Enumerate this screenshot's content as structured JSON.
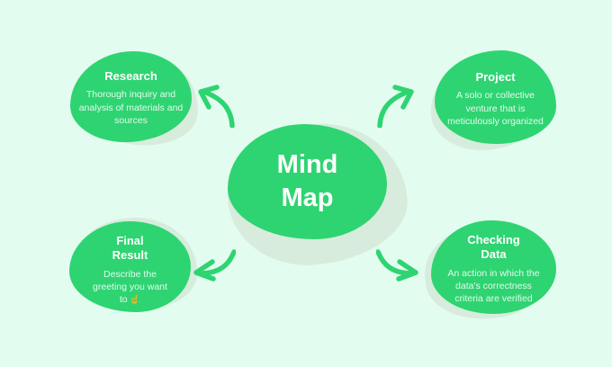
{
  "page": {
    "title": "Mind Map"
  },
  "colors": {
    "background": "#e3fcf0",
    "node": "#2ed471",
    "node_shadow": "#d7ecdc",
    "title_text": "#ffffff",
    "body_text": "rgba(255,255,255,0.88)"
  },
  "center": {
    "title": "Mind\nMap"
  },
  "nodes": [
    {
      "id": "research",
      "position": "top-left",
      "title": "Research",
      "body": "Thorough inquiry and\nanalysis of materials and\nsources"
    },
    {
      "id": "project",
      "position": "top-right",
      "title": "Project",
      "body": "A solo or collective\nventure that is\nmeticulously organized"
    },
    {
      "id": "final-result",
      "position": "bottom-left",
      "title": "Final\nResult",
      "body": "Describe the\ngreeting you want\nto",
      "icon": {
        "name": "pointing-hand-icon",
        "glyph": "☝"
      }
    },
    {
      "id": "checking-data",
      "position": "bottom-right",
      "title": "Checking\nData",
      "body": "An action in which the\ndata's correctness\ncriteria are verified"
    }
  ],
  "arrows": [
    {
      "name": "arrow-to-research",
      "points_to": "Research",
      "direction": "up-left"
    },
    {
      "name": "arrow-to-project",
      "points_to": "Project",
      "direction": "up-right"
    },
    {
      "name": "arrow-to-final-result",
      "points_to": "Final Result",
      "direction": "down-left"
    },
    {
      "name": "arrow-to-checking-data",
      "points_to": "Checking Data",
      "direction": "down-right"
    }
  ]
}
